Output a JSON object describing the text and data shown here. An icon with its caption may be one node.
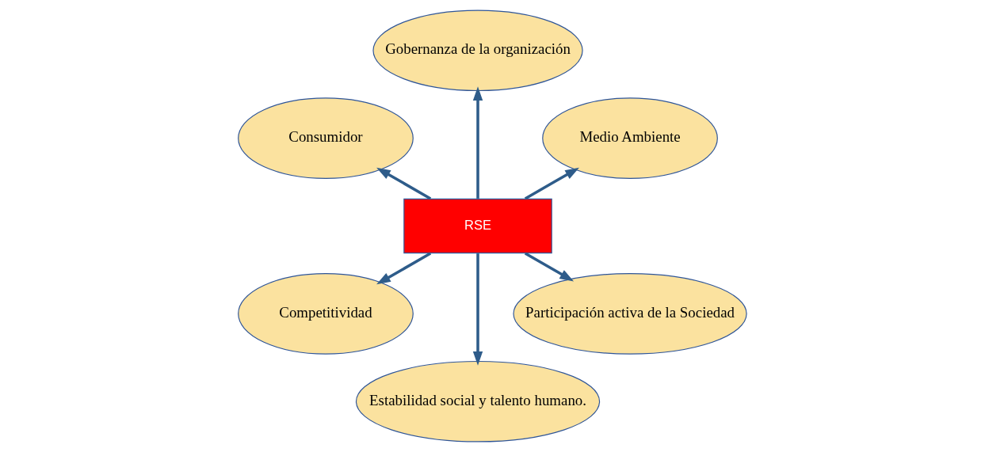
{
  "diagram": {
    "nodes": [
      {
        "text": [
          "Medio Ambiente"
        ]
      },
      {
        "text": [
          "Gobernanza de la organización"
        ]
      },
      {
        "text": [
          "Consumidor"
        ]
      },
      {
        "text": [
          "RSE"
        ]
      },
      {
        "text": [
          "Competitividad"
        ]
      },
      {
        "text": [
          "Estabilidad social y talento humano."
        ]
      },
      {
        "text": [
          "Participación activa de la Sociedad"
        ]
      }
    ],
    "edges": [
      {
        "from": 3,
        "to": 0,
        "arrow": "to"
      },
      {
        "from": 3,
        "to": 2,
        "arrow": "to"
      },
      {
        "from": 3,
        "to": 5,
        "arrow": "to"
      },
      {
        "from": 3,
        "to": 6,
        "arrow": "to"
      },
      {
        "from": 3,
        "to": 4,
        "arrow": "to"
      },
      {
        "from": 3,
        "to": 1,
        "arrow": "to"
      }
    ]
  }
}
